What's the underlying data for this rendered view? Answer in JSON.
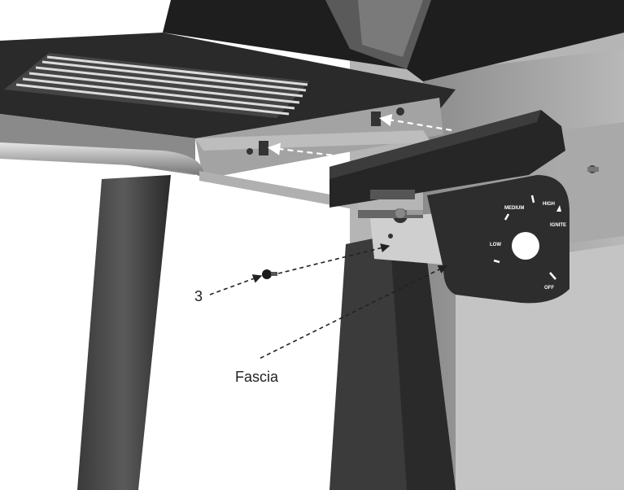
{
  "callouts": {
    "part_number": "3",
    "part_name": "Fascia"
  },
  "dial": {
    "low": "LOW",
    "medium": "MEDIUM",
    "high": "HIGH",
    "ignite": "IGNITE",
    "off": "OFF"
  },
  "colors": {
    "background": "#ffffff",
    "dark_metal": "#2b2b2b",
    "mid_gray": "#9a9a9a",
    "light_gray": "#c9c9c9",
    "arrow_dashes": "#ffffff",
    "leader_dashes": "#222222"
  }
}
